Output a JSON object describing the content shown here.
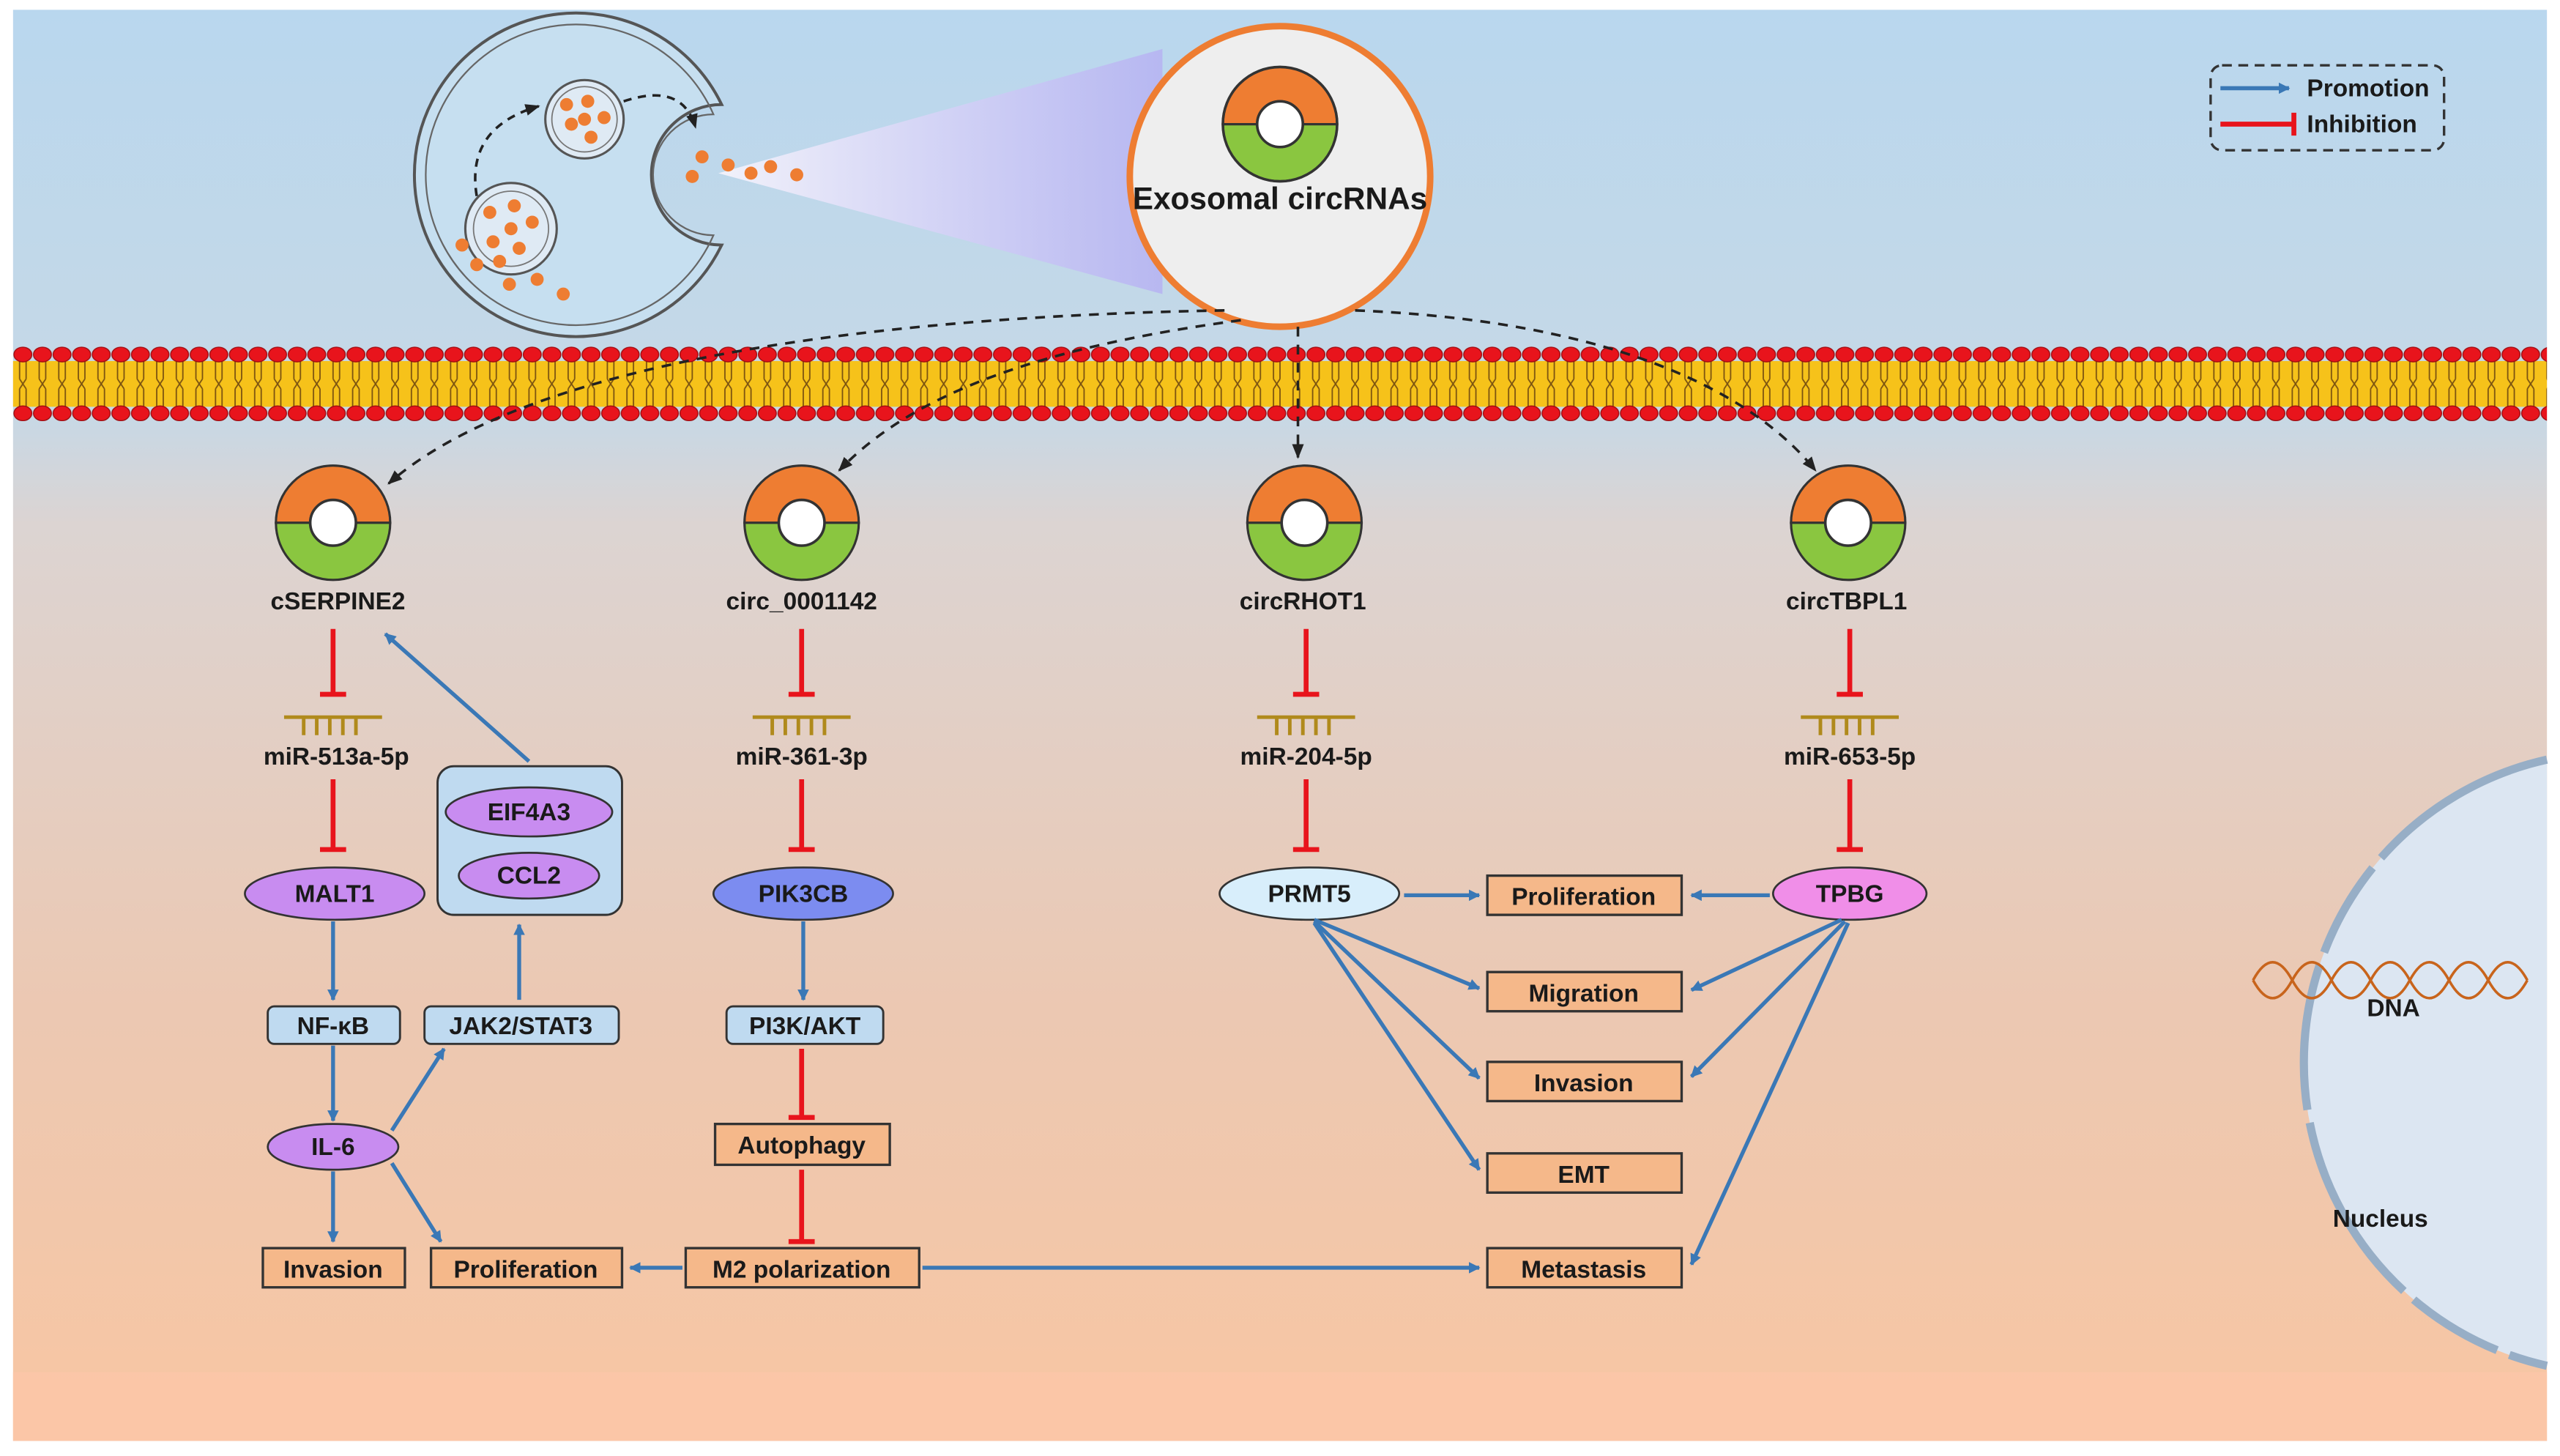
{
  "legend": {
    "promotion": "Promotion",
    "inhibition": "Inhibition"
  },
  "exosome": {
    "title": "Exosomal circRNAs"
  },
  "circrnas": [
    {
      "id": "c1",
      "name": "cSERPINE2",
      "mirna": "miR-513a-5p"
    },
    {
      "id": "c2",
      "name": "circ_0001142",
      "mirna": "miR-361-3p"
    },
    {
      "id": "c3",
      "name": "circRHOT1",
      "mirna": "miR-204-5p"
    },
    {
      "id": "c4",
      "name": "circTBPL1",
      "mirna": "miR-653-5p"
    }
  ],
  "pathway1": {
    "malt1": "MALT1",
    "nfkb": "NF-κB",
    "il6": "IL-6",
    "jak": "JAK2/STAT3",
    "eif4a3": "EIF4A3",
    "ccl2": "CCL2",
    "invasion": "Invasion",
    "proliferation": "Proliferation"
  },
  "pathway2": {
    "pik3cb": "PIK3CB",
    "pi3k": "PI3K/AKT",
    "autophagy": "Autophagy",
    "m2": "M2 polarization"
  },
  "pathway34": {
    "prmt5": "PRMT5",
    "tpbg": "TPBG",
    "proliferation": "Proliferation",
    "migration": "Migration",
    "invasion": "Invasion",
    "emt": "EMT",
    "metastasis": "Metastasis"
  },
  "nucleus": {
    "dna": "DNA",
    "label": "Nucleus"
  },
  "colors": {
    "promotion": "#3a78b6",
    "inhibition": "#e8141c",
    "orange": "#ee7d32",
    "green": "#8ac640",
    "box_fill": "#f5b88a",
    "blue_box": "#bfdaf0",
    "purple": "#c88cf0",
    "pink": "#f08ee8",
    "membrane_yellow": "#f6c21a",
    "membrane_red": "#e8141c"
  }
}
